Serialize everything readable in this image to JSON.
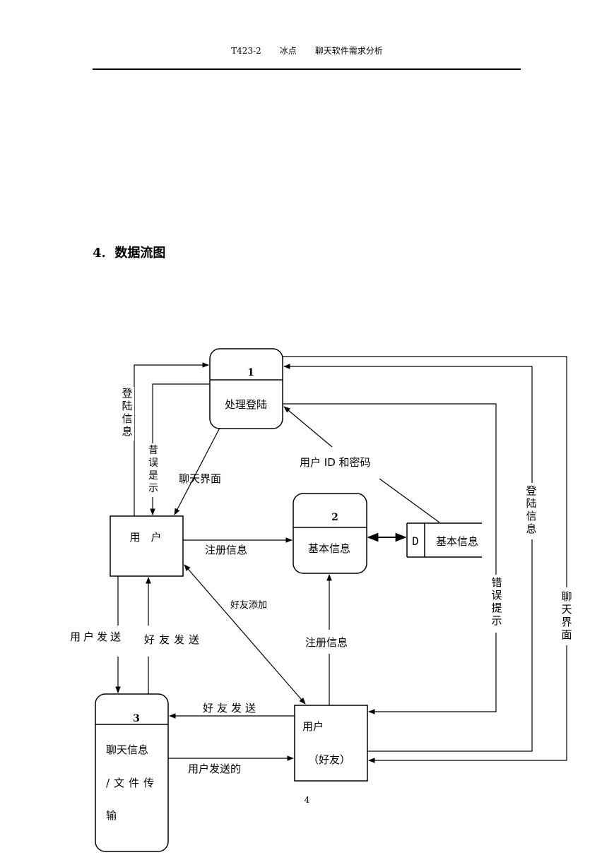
{
  "header": {
    "code": "T423-2",
    "team": "冰点",
    "doc_title": "聊天软件需求分析"
  },
  "section": {
    "number": "4.",
    "title": "数据流图"
  },
  "diagram": {
    "processes": [
      {
        "id": "1",
        "label": "处理登陆"
      },
      {
        "id": "2",
        "label": "基本信息"
      },
      {
        "id": "3",
        "label_lines": [
          "聊天信息",
          "/文件传",
          "输"
        ]
      }
    ],
    "entities": {
      "user": "用　户",
      "friend_line1": "用户",
      "friend_line2": "（好友）"
    },
    "datastore": {
      "id": "D",
      "label": "基本信息"
    },
    "flows": {
      "login_info_left": "登陆信息",
      "error_hint_left": "昔误是示",
      "chat_ui_left": "聊天界面",
      "user_id_password": "用户 ID 和密码",
      "register_info_top": "注册信息",
      "friend_add": "好友添加",
      "user_send_left": "用户发送",
      "friend_send_left": "好友发送",
      "register_info_bottom": "注册信息",
      "friend_send_bottom": "好友发送",
      "user_sent": "用户发送的",
      "error_hint_right": "错误提示",
      "login_info_right": "登陆信息",
      "chat_ui_right": "聊天界面"
    }
  },
  "footer": {
    "page_number": "4"
  }
}
